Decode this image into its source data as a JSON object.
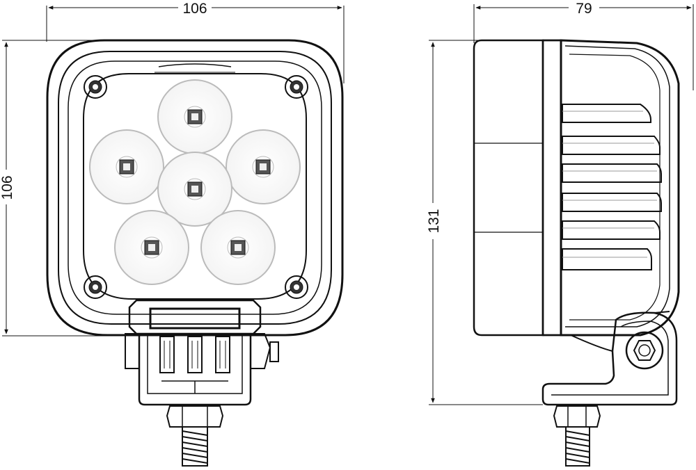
{
  "dimensions": {
    "front_width": "106",
    "front_height": "106",
    "side_depth": "79",
    "side_height": "131"
  }
}
